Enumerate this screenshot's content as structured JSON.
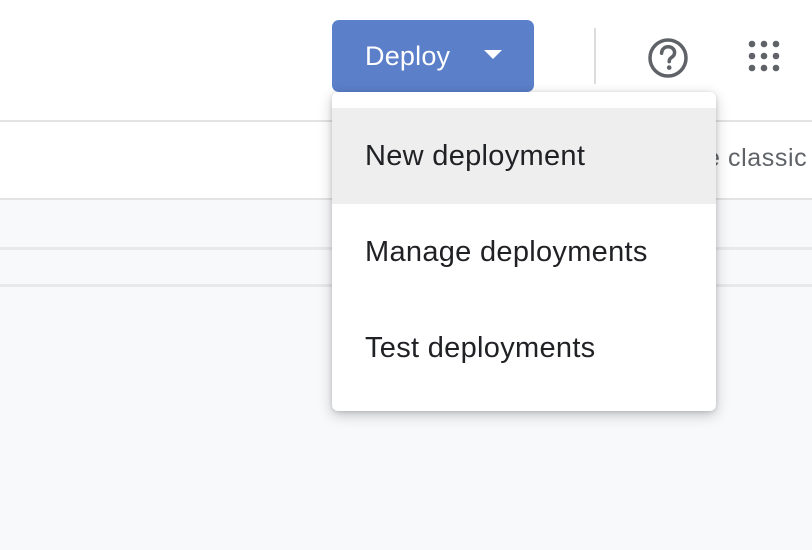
{
  "toolbar": {
    "deploy_label": "Deploy",
    "help_icon": "help-circle-icon",
    "apps_icon": "apps-grid-icon"
  },
  "subbar": {
    "classic_text": "e classic"
  },
  "deploy_menu": {
    "items": [
      {
        "label": "New deployment",
        "highlighted": true
      },
      {
        "label": "Manage deployments",
        "highlighted": false
      },
      {
        "label": "Test deployments",
        "highlighted": false
      }
    ]
  },
  "colors": {
    "deploy_button": "#5b7fc9",
    "icon_gray": "#5f6368",
    "menu_highlight": "#eeeeee",
    "content_background": "#f8f9fb"
  }
}
